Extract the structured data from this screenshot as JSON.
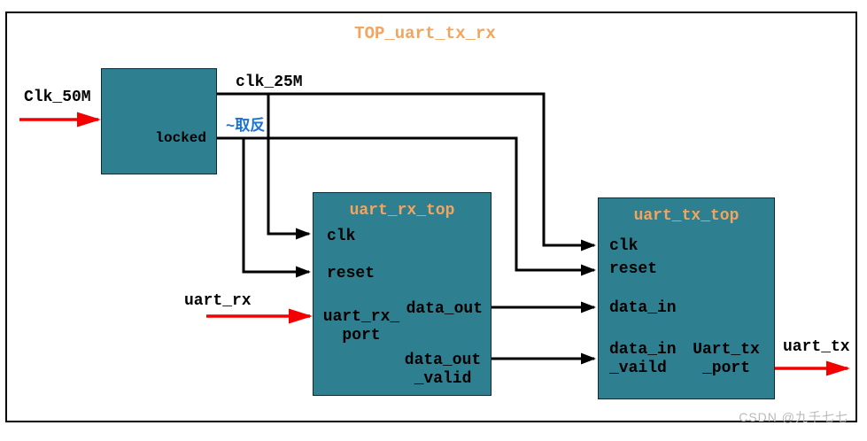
{
  "diagram": {
    "title": "TOP_uart_tx_rx",
    "watermark": "CSDN @九千七七",
    "external_signals": {
      "clk_50m": "Clk_50M",
      "uart_rx": "uart_rx",
      "uart_tx": "uart_tx"
    },
    "nets": {
      "clk_25m": "clk_25M",
      "invert_note": "~取反"
    },
    "pll": {
      "ports": {
        "locked": "locked"
      }
    },
    "uart_rx_top": {
      "title": "uart_rx_top",
      "ports": {
        "clk": "clk",
        "reset": "reset",
        "uart_rx_port": "uart_rx_\nport",
        "data_out": "data_out",
        "data_out_valid": "data_out\n_valid"
      }
    },
    "uart_tx_top": {
      "title": "uart_tx_top",
      "ports": {
        "clk": "clk",
        "reset": "reset",
        "data_in": "data_in",
        "data_in_vaild": "data_in\n_vaild",
        "uart_tx_port": "Uart_tx\n_port"
      }
    },
    "colors": {
      "block_teal": "#2e7f90",
      "title_orange": "#f2a55f",
      "wire_black": "#000000",
      "arrow_red": "#f40000",
      "invert_blue": "#1b72d8",
      "watermark_gray": "#b9b9b9"
    }
  }
}
